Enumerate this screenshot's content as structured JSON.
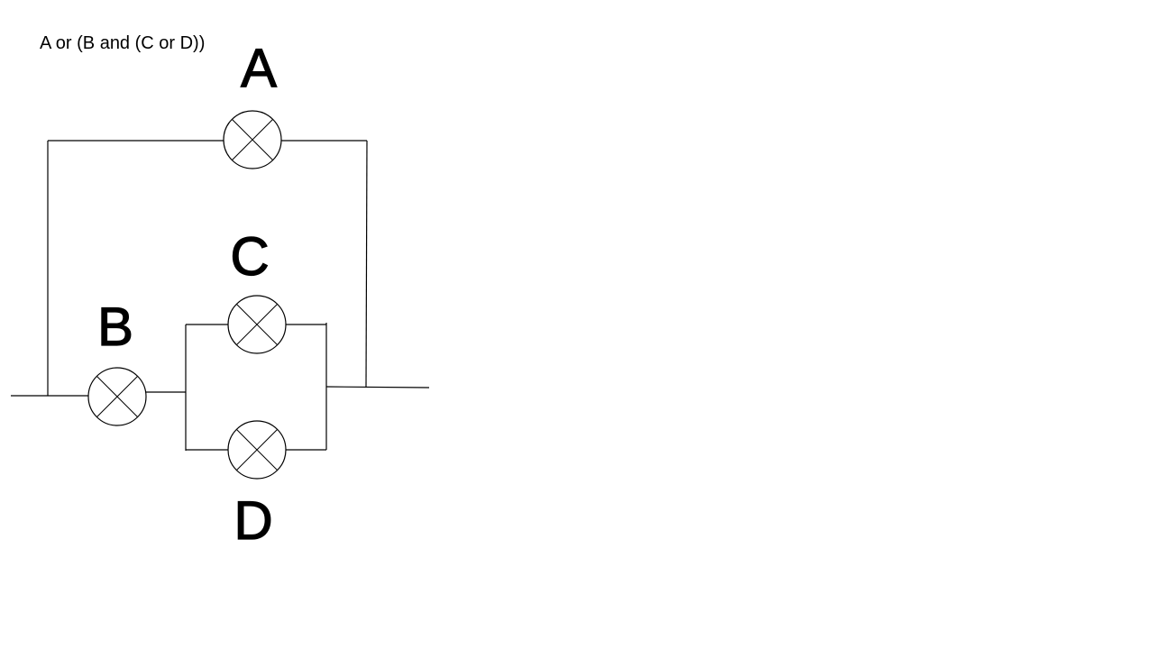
{
  "expression": "A or (B and (C or D))",
  "lamps": [
    {
      "id": "A",
      "label": "A"
    },
    {
      "id": "B",
      "label": "B"
    },
    {
      "id": "C",
      "label": "C"
    },
    {
      "id": "D",
      "label": "D"
    }
  ],
  "colors": {
    "background": "#ffffff",
    "line": "#000000"
  }
}
